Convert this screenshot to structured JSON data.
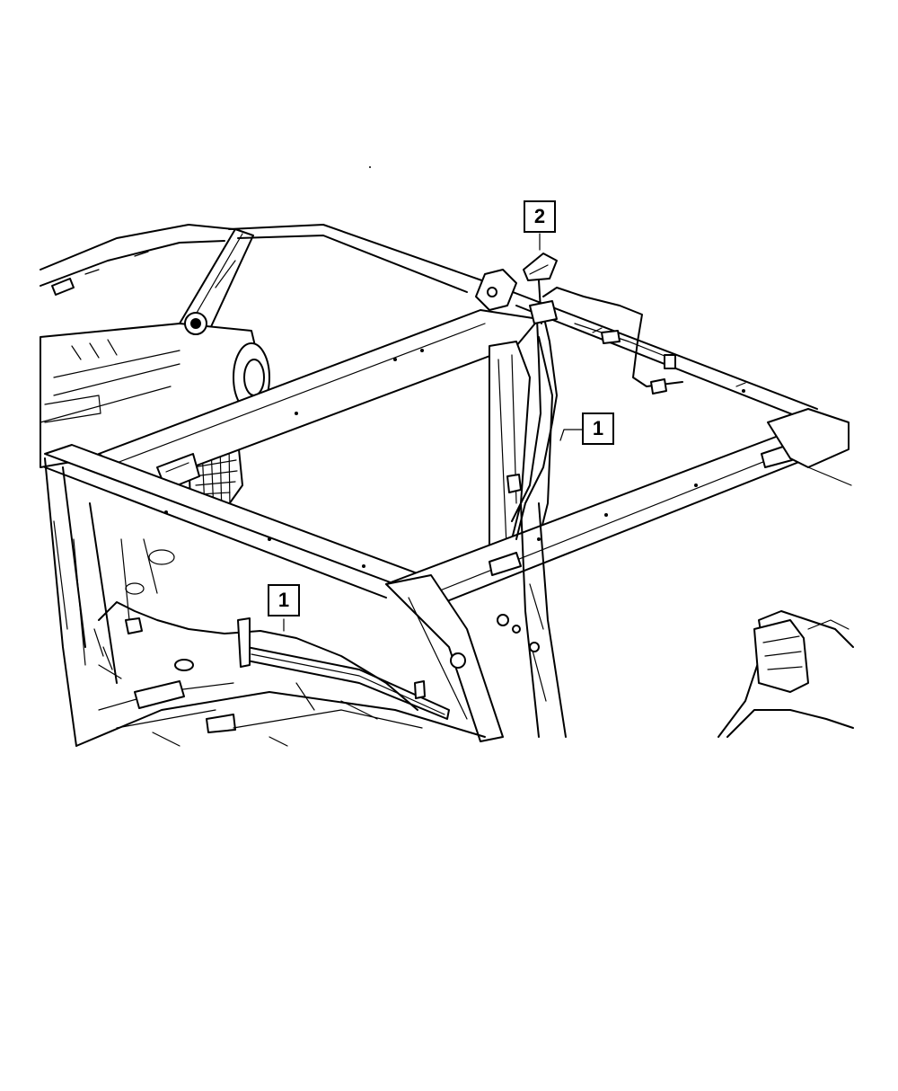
{
  "callouts": [
    {
      "id": "callout-2",
      "label": "2"
    },
    {
      "id": "callout-1-right",
      "label": "1"
    },
    {
      "id": "callout-1-lower",
      "label": "1"
    }
  ],
  "colors": {
    "line": "#000000",
    "background": "#ffffff"
  }
}
